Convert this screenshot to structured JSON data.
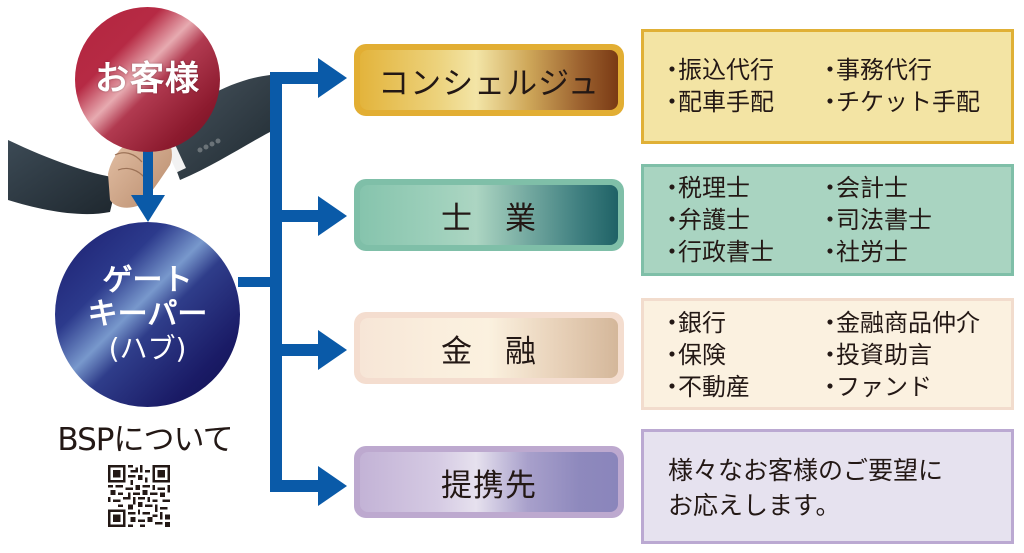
{
  "hub_diagram": {
    "customer": {
      "label": "お客様",
      "color": "#b62a44"
    },
    "gatekeeper": {
      "line1": "ゲート",
      "line2": "キーパー",
      "line3": "(ハブ)",
      "color": "#1b1d6e"
    },
    "about": {
      "label": "BSPについて",
      "qr_icon": "qr-code-icon"
    },
    "connector_color": "#0a5aa8",
    "categories": [
      {
        "id": "concierge",
        "label": "コンシェルジュ",
        "accent": "#e2ae33",
        "items_left": [
          "振込代行",
          "配車手配"
        ],
        "items_right": [
          "事務代行",
          "チケット手配"
        ]
      },
      {
        "id": "professional",
        "label": "士　業",
        "accent": "#7fbfa8",
        "items_left": [
          "税理士",
          "弁護士",
          "行政書士"
        ],
        "items_right": [
          "会計士",
          "司法書士",
          "社労士"
        ]
      },
      {
        "id": "finance",
        "label": "金　融",
        "accent": "#f2dccd",
        "items_left": [
          "銀行",
          "保険",
          "不動産"
        ],
        "items_right": [
          "金融商品仲介",
          "投資助言",
          "ファンド"
        ]
      },
      {
        "id": "partner",
        "label": "提携先",
        "accent": "#bba9d2",
        "description_line1": "様々なお客様のご要望に",
        "description_line2": "お応えします。"
      }
    ],
    "bullet": "・"
  }
}
